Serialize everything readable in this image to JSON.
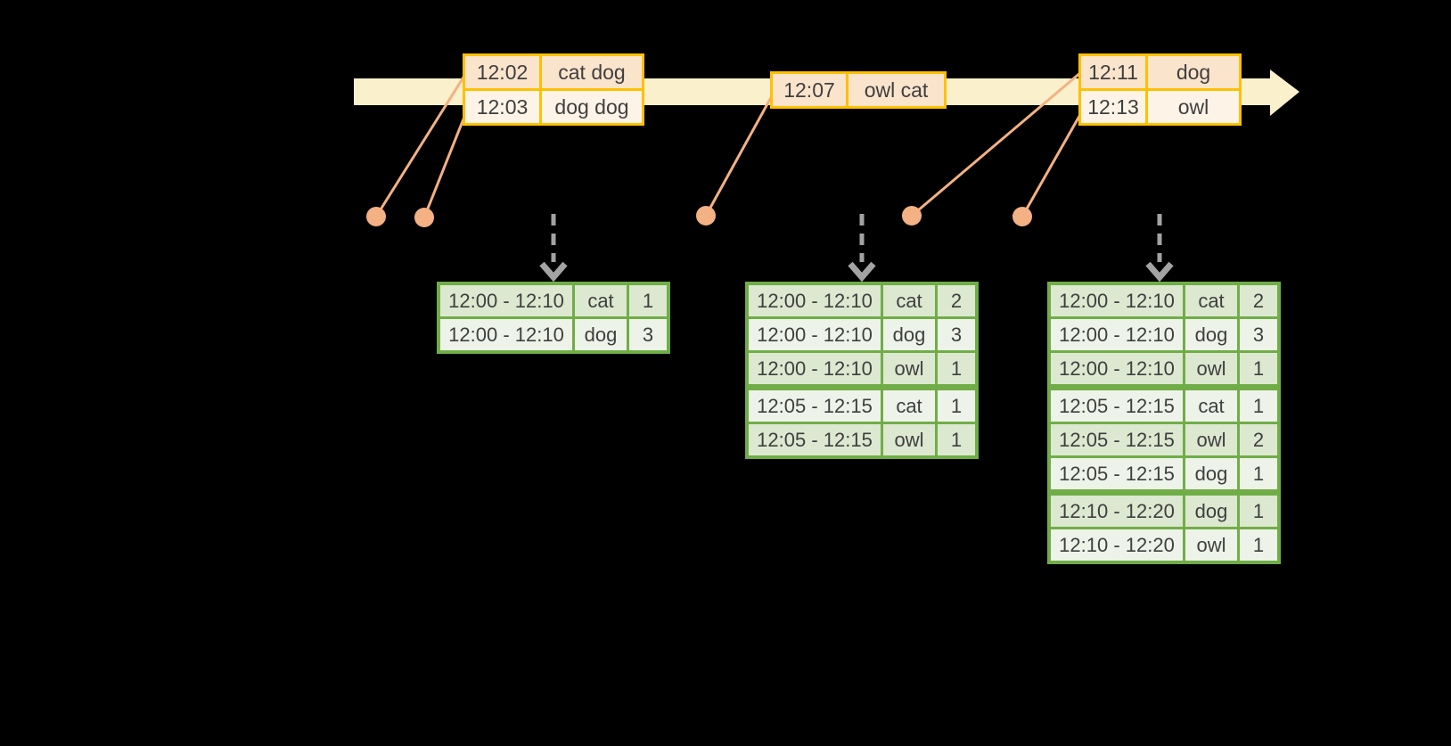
{
  "diagram": {
    "description": "windowed-grouped-aggregation-timeline"
  },
  "colors": {
    "background": "#000000",
    "timeline_fill": "#FAF0CC",
    "event_border": "#FFC000",
    "event_row_fill": "#FBE4CC",
    "event_row_alt_fill": "#FDF3E7",
    "connector": "#F4B183",
    "result_border": "#70AD47",
    "result_row_fill": "#DCE8D0",
    "result_row_alt_fill": "#EEF3E9",
    "dashed_arrow": "#A3A3A3",
    "text": "#3F3F3F"
  },
  "event_tables": [
    {
      "rows": [
        {
          "time": "12:02",
          "words": "cat dog"
        },
        {
          "time": "12:03",
          "words": "dog dog"
        }
      ]
    },
    {
      "rows": [
        {
          "time": "12:07",
          "words": "owl cat"
        }
      ]
    },
    {
      "rows": [
        {
          "time": "12:11",
          "words": "dog"
        },
        {
          "time": "12:13",
          "words": "owl"
        }
      ]
    }
  ],
  "result_tables": [
    {
      "rows": [
        {
          "window": "12:00 - 12:10",
          "word": "cat",
          "count": "1",
          "group": 0
        },
        {
          "window": "12:00 - 12:10",
          "word": "dog",
          "count": "3",
          "group": 0
        }
      ]
    },
    {
      "rows": [
        {
          "window": "12:00 - 12:10",
          "word": "cat",
          "count": "2",
          "group": 0
        },
        {
          "window": "12:00 - 12:10",
          "word": "dog",
          "count": "3",
          "group": 0
        },
        {
          "window": "12:00 - 12:10",
          "word": "owl",
          "count": "1",
          "group": 0
        },
        {
          "window": "12:05 - 12:15",
          "word": "cat",
          "count": "1",
          "group": 1
        },
        {
          "window": "12:05 - 12:15",
          "word": "owl",
          "count": "1",
          "group": 1
        }
      ]
    },
    {
      "rows": [
        {
          "window": "12:00 - 12:10",
          "word": "cat",
          "count": "2",
          "group": 0
        },
        {
          "window": "12:00 - 12:10",
          "word": "dog",
          "count": "3",
          "group": 0
        },
        {
          "window": "12:00 - 12:10",
          "word": "owl",
          "count": "1",
          "group": 0
        },
        {
          "window": "12:05 - 12:15",
          "word": "cat",
          "count": "1",
          "group": 1
        },
        {
          "window": "12:05 - 12:15",
          "word": "owl",
          "count": "2",
          "group": 1
        },
        {
          "window": "12:05 - 12:15",
          "word": "dog",
          "count": "1",
          "group": 1
        },
        {
          "window": "12:10 - 12:20",
          "word": "dog",
          "count": "1",
          "group": 2
        },
        {
          "window": "12:10 - 12:20",
          "word": "owl",
          "count": "1",
          "group": 2
        }
      ]
    }
  ]
}
